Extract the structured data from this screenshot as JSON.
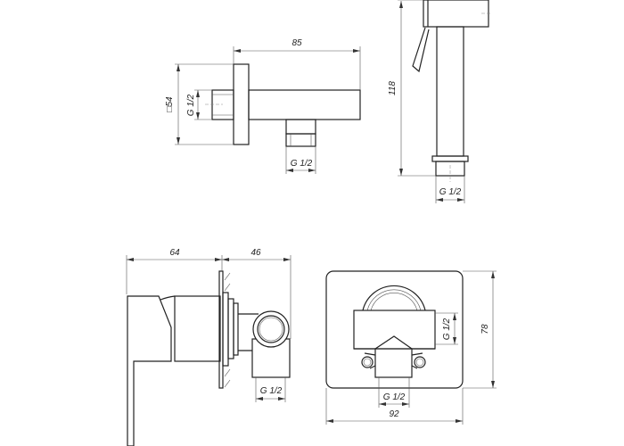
{
  "views": {
    "wall_elbow": {
      "length": "85",
      "square_flange": "□54",
      "inlet_thread": "G 1/2",
      "outlet_thread": "G 1/2"
    },
    "hand_shower": {
      "height": "118",
      "thread": "G 1/2"
    },
    "mixer_side": {
      "lever_depth": "64",
      "body_depth": "46",
      "outlet_thread": "G 1/2"
    },
    "mixer_front": {
      "width": "92",
      "height": "78",
      "side_thread": "G 1/2",
      "bottom_thread": "G 1/2"
    }
  }
}
